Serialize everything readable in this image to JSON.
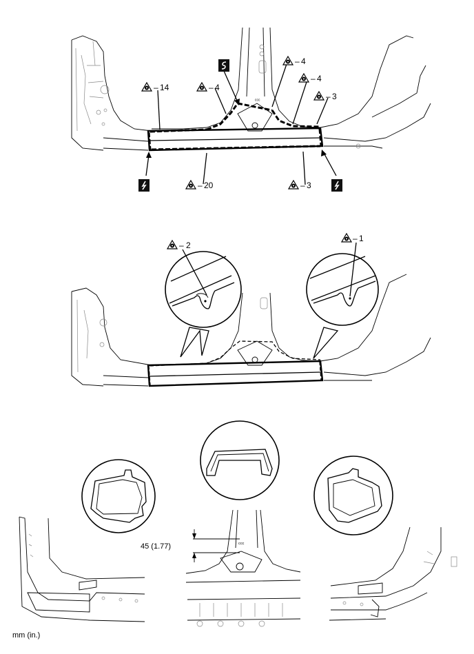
{
  "callouts_top": {
    "c14": "14",
    "c4a": "4",
    "c4b": "4",
    "c4c": "4",
    "c3a": "3",
    "c20": "20",
    "c3b": "3"
  },
  "callouts_mid": {
    "c2": "2",
    "c1": "1"
  },
  "dimension": {
    "text": "45 (1.77)"
  },
  "unit_note": "mm (in.)",
  "icons": {
    "weld_symbol": "spot-weld-target-icon",
    "cut_symbol_s": "saw-cut-s-icon",
    "cut_symbol_z": "saw-cut-z-icon"
  }
}
